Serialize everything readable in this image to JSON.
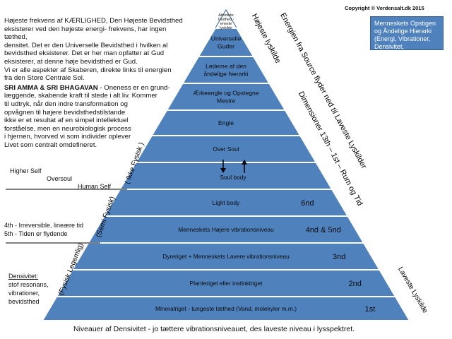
{
  "copyright": "Copyright © Verdensalt.dk 2015",
  "intro_lines": [
    "Højeste frekvens af KÆRLIGHED, Den Højeste  Bevidsthed",
    "eksisterer ved den højeste energi- frekvens, har ingen tæthed,",
    "densitet.  Det er den Universelle Bevidsthed i hvilken al",
    "bevidsthed eksisterer. Det er her man opfatter at Gud",
    "eksisterer, at denne høje bevidsthed er Gud.",
    "Vi er alle aspekter af Skaberen, direkte links til energien",
    "fra den Store Centrale Sol."
  ],
  "sri_title": "SRI AMMA & SRI BHAGAVAN",
  "sri_lines": [
    " - Oneness er en grund-",
    "læggende, skabende kraft til stede i alt liv. Kommer",
    "til udtryk,  når den indre transformation og",
    "opvågnen til højere bevidsthedstilstande",
    "ikke er et resultat af en simpel intellektuel",
    "forståelse, men en neurobiologisk process",
    "i hjernen, hvorved vi som individer oplever",
    "Livet som centralt omdefineret."
  ],
  "self_labels": [
    "Higher Self",
    "Oversoul",
    "Human Self"
  ],
  "time_lines": [
    "4th - Irreversible, lineære tid",
    "5th - Tiden er flydende"
  ],
  "density_title": "Densivitet:",
  "density_lines": [
    "stof resonans,",
    "vibrationer,",
    "bevidsthed"
  ],
  "vertical_labels": [
    "( Ikke Fysisk )",
    "(Semi Fysisk)",
    "(Fysisk Legemlig)"
  ],
  "right_diagonals": [
    "Højeste lyskilde",
    "Energien fra Source flyder ned til Laveste Lyskilder",
    "Dimensioner 13th – 1st – Rum og Tid",
    "Laveste Lyskilde"
  ],
  "box_text": "Menneskets Opstigen og Åndelige Hierarki (Energi, Vibrationer, Densivitet, Dimensioner)",
  "levels": [
    {
      "lines": [
        "Absolute",
        "Gudhed -",
        "eneste",
        "lyskilde"
      ],
      "dim": ""
    },
    {
      "lines": [
        "Universelle",
        "Guder"
      ],
      "dim": ""
    },
    {
      "lines": [
        "Lederne af den",
        "åndelige hierarki"
      ],
      "dim": ""
    },
    {
      "lines": [
        "Ærkeengle og Opstegne",
        "Mestre"
      ],
      "dim": ""
    },
    {
      "lines": [
        "Engle"
      ],
      "dim": ""
    },
    {
      "lines": [
        "Over Soul"
      ],
      "dim": ""
    },
    {
      "lines": [
        "Soul body"
      ],
      "dim": ""
    },
    {
      "lines": [
        "Light body"
      ],
      "dim": "6nd"
    },
    {
      "lines": [
        "Menneskets Højere vibrationsniveau"
      ],
      "dim": "4nd & 5nd"
    },
    {
      "lines": [
        "Dyreriget + Menneskets Lavere vibrationsniveau"
      ],
      "dim": "3nd"
    },
    {
      "lines": [
        "Planteriget eller instinktriget"
      ],
      "dim": "2nd"
    },
    {
      "lines": [
        "Mineralriget - tungeste tæthed  (Vand, molekyler m.m.)"
      ],
      "dim": "1st"
    }
  ],
  "footer": "Niveauer af Densivitet - jo tættere vibrationsniveauet, des laveste niveau i lysspektret.",
  "colors": {
    "band": "#4f81bd",
    "band_dark": "#3a6aa5",
    "outline": "#385d8a"
  }
}
